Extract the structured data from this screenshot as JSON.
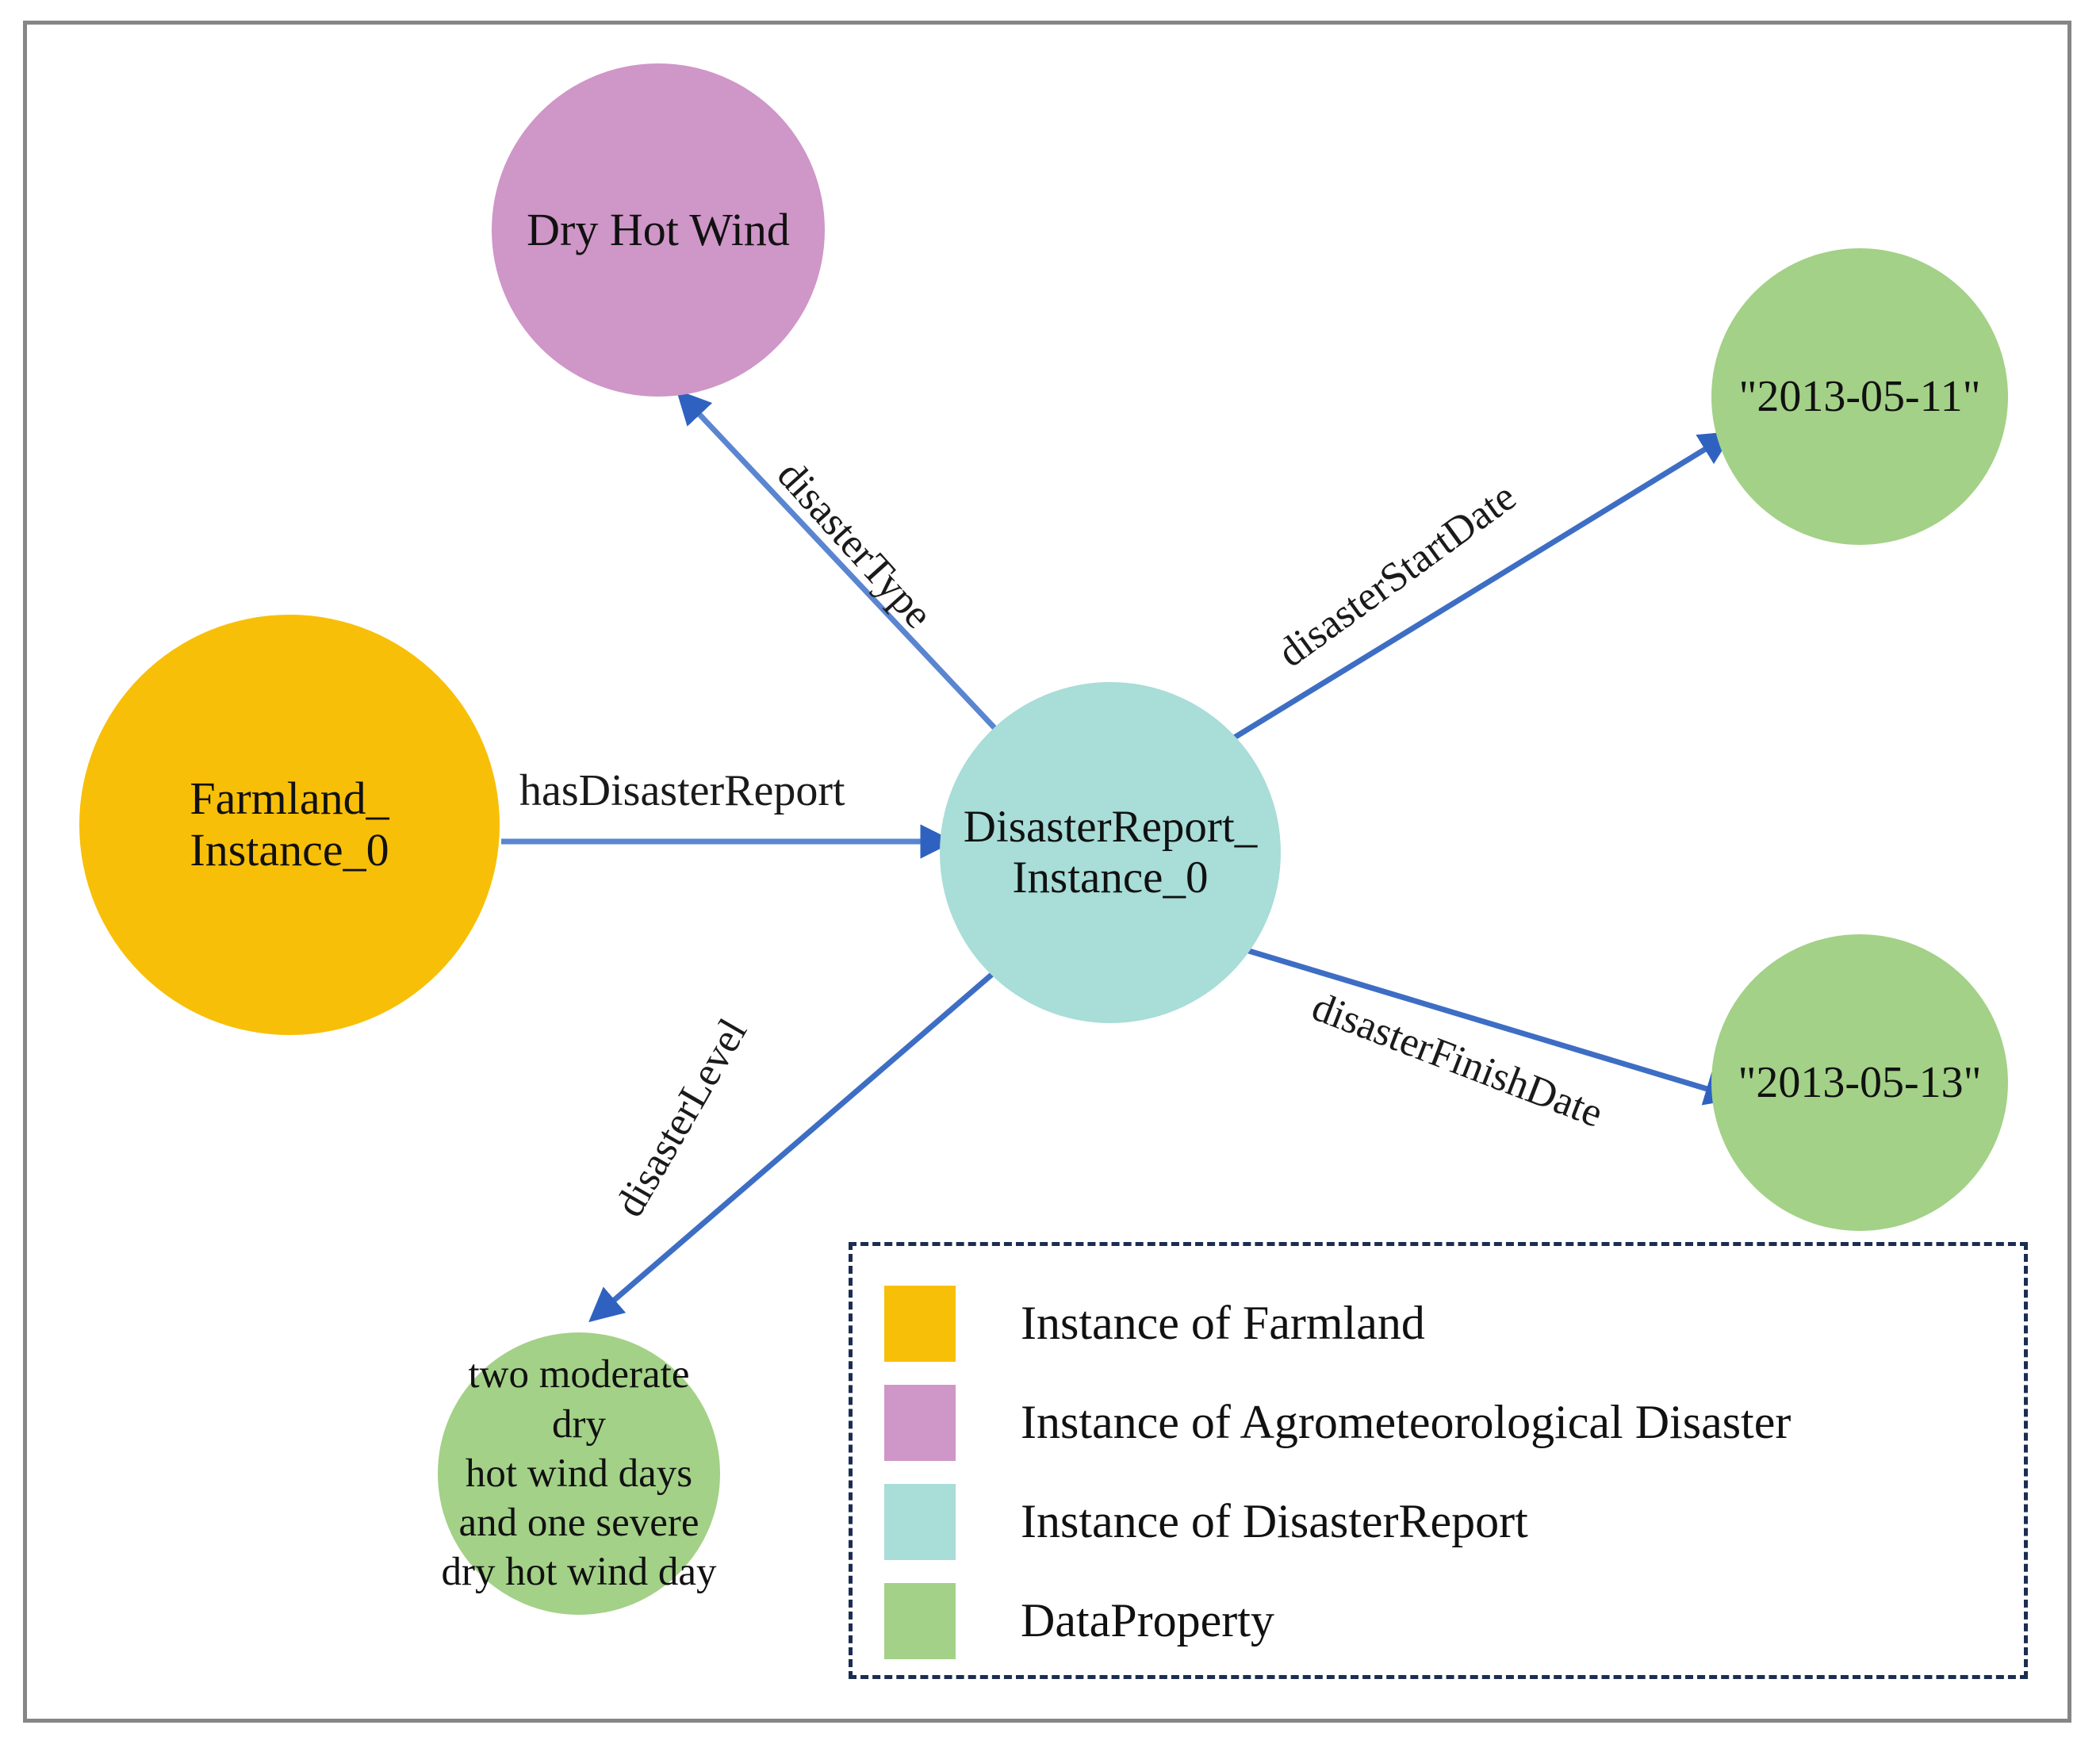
{
  "graph": {
    "nodes": [
      {
        "id": "dry-hot-wind",
        "label": "Dry Hot Wind",
        "color": "#cf96c8",
        "category": "Instance of Agrometeorological Disaster"
      },
      {
        "id": "farmland-instance",
        "label": "Farmland_\nInstance_0",
        "label_line1": "Farmland_",
        "label_line2": "Instance_0",
        "color": "#f8bf08",
        "category": "Instance of Farmland"
      },
      {
        "id": "disaster-report",
        "label_line1": "DisasterReport_",
        "label_line2": "Instance_0",
        "color": "#a8ddd8",
        "category": "Instance of DisasterReport"
      },
      {
        "id": "start-date-value",
        "label": "\"2013-05-11\"",
        "color": "#a3d187",
        "category": "DataProperty"
      },
      {
        "id": "finish-date-value",
        "label": "\"2013-05-13\"",
        "color": "#a3d187",
        "category": "DataProperty"
      },
      {
        "id": "disaster-level-value",
        "label_line1": "two moderate dry",
        "label_line2": "hot wind days",
        "label_line3": "and one severe",
        "label_line4": "dry hot wind day",
        "color": "#a3d187",
        "category": "DataProperty"
      }
    ],
    "edges": [
      {
        "id": "has-disaster-report",
        "label": "hasDisasterReport",
        "from": "farmland-instance",
        "to": "disaster-report"
      },
      {
        "id": "disaster-type",
        "label": "disasterType",
        "from": "disaster-report",
        "to": "dry-hot-wind"
      },
      {
        "id": "disaster-start-date",
        "label": "disasterStartDate",
        "from": "disaster-report",
        "to": "start-date-value"
      },
      {
        "id": "disaster-finish-date",
        "label": "disasterFinishDate",
        "from": "disaster-report",
        "to": "finish-date-value"
      },
      {
        "id": "disaster-level",
        "label": "disasterLevel",
        "from": "disaster-report",
        "to": "disaster-level-value"
      }
    ],
    "edge_color": "#3d6ec4"
  },
  "legend": {
    "border_color": "#1b2d52",
    "items": [
      {
        "color": "#f8bf08",
        "label": "Instance of Farmland"
      },
      {
        "color": "#cf96c8",
        "label": "Instance of Agrometeorological Disaster"
      },
      {
        "color": "#a8ddd8",
        "label": "Instance of DisasterReport"
      },
      {
        "color": "#a3d187",
        "label": "DataProperty"
      }
    ]
  },
  "frame": {
    "color": "#868686"
  }
}
